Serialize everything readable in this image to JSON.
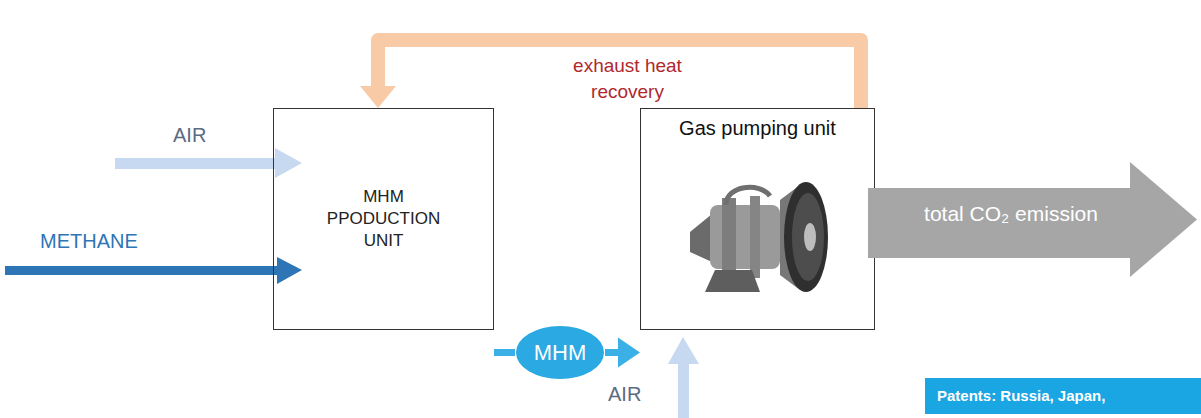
{
  "diagram": {
    "nodes": [
      {
        "text": [
          "MHM PPODUCTION UNIT"
        ]
      },
      {
        "text": [
          "Gas pumping unit"
        ]
      },
      {
        "text": [
          "MHM"
        ]
      },
      {
        "text": [
          "total CO₂ emission"
        ]
      },
      {
        "text": [
          "Patents: Russia, Japan,"
        ]
      }
    ],
    "edges": [
      {
        "from": 0,
        "to": 2,
        "arrow": "none"
      },
      {
        "from": 2,
        "to": 1,
        "arrow": "to"
      },
      {
        "from": 1,
        "to": 0,
        "arrow": "to",
        "label": "exhaust heat recovery"
      }
    ],
    "labels": [
      "AIR",
      "METHANE",
      "AIR"
    ]
  }
}
